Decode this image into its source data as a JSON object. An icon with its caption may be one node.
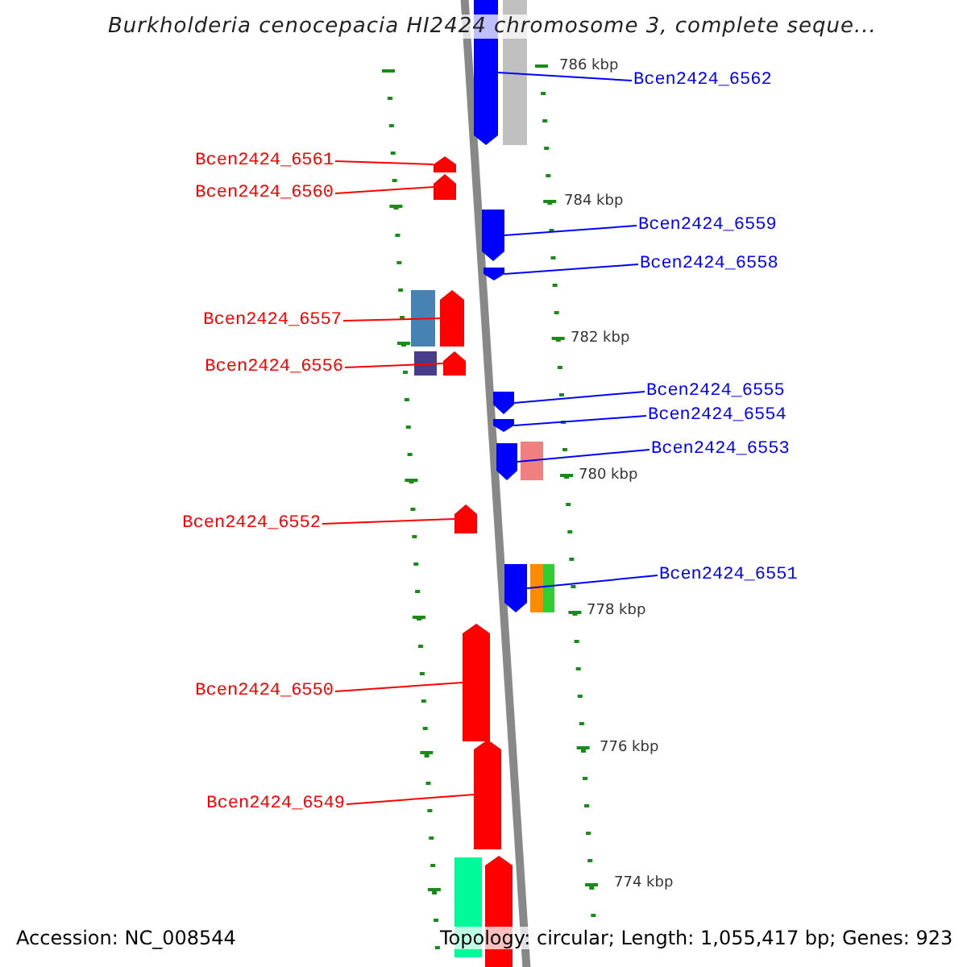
{
  "diagram": {
    "title": "Burkholderia cenocepacia HI2424 chromosome 3, complete seque...",
    "nodes": [
      {
        "text": [
          "Bcen2424_6562"
        ]
      },
      {
        "text": [],
        "shape": "pentagon"
      },
      {
        "text": [],
        "shape": "box"
      },
      {
        "text": [
          "Bcen2424_6561"
        ]
      },
      {
        "text": [],
        "shape": "pentagon"
      },
      {
        "text": [
          "Bcen2424_6560"
        ]
      },
      {
        "text": [],
        "shape": "pentagon"
      },
      {
        "text": [
          "Bcen2424_6559"
        ]
      },
      {
        "text": [],
        "shape": "pentagon"
      },
      {
        "text": [
          "Bcen2424_6558"
        ]
      },
      {
        "text": [],
        "shape": "pentagon"
      },
      {
        "text": [
          "Bcen2424_6557"
        ]
      },
      {
        "text": [],
        "shape": "box"
      },
      {
        "text": [],
        "shape": "pentagon"
      },
      {
        "text": [
          "Bcen2424_6556"
        ]
      },
      {
        "text": [],
        "shape": "box"
      },
      {
        "text": [],
        "shape": "pentagon"
      },
      {
        "text": [
          "Bcen2424_6555"
        ]
      },
      {
        "text": [],
        "shape": "pentagon"
      },
      {
        "text": [
          "Bcen2424_6554"
        ]
      },
      {
        "text": [],
        "shape": "pentagon"
      },
      {
        "text": [
          "Bcen2424_6553"
        ]
      },
      {
        "text": [],
        "shape": "pentagon"
      },
      {
        "text": [],
        "shape": "box"
      },
      {
        "text": [
          "Bcen2424_6552"
        ]
      },
      {
        "text": [],
        "shape": "pentagon"
      },
      {
        "text": [
          "Bcen2424_6551"
        ]
      },
      {
        "text": [],
        "shape": "pentagon"
      },
      {
        "text": [],
        "shape": "box"
      },
      {
        "text": [],
        "shape": "box"
      },
      {
        "text": [
          "Bcen2424_6550"
        ]
      },
      {
        "text": [],
        "shape": "pentagon"
      },
      {
        "text": [
          "Bcen2424_6549"
        ]
      },
      {
        "text": [],
        "shape": "pentagon"
      },
      {
        "text": [],
        "shape": "box"
      },
      {
        "text": [],
        "shape": "pentagon"
      }
    ],
    "edges": [
      {
        "from": 0,
        "to": 1,
        "arrow": "none"
      },
      {
        "from": 3,
        "to": 4,
        "arrow": "none",
        "color": "#ff0000"
      },
      {
        "from": 5,
        "to": 6,
        "arrow": "none",
        "color": "#ff0000"
      },
      {
        "from": 7,
        "to": 8,
        "arrow": "none"
      },
      {
        "from": 9,
        "to": 10,
        "arrow": "none"
      },
      {
        "from": 11,
        "to": 13,
        "arrow": "none",
        "color": "#ff0000"
      },
      {
        "from": 14,
        "to": 16,
        "arrow": "none",
        "color": "#ff0000"
      },
      {
        "from": 17,
        "to": 18,
        "arrow": "none"
      },
      {
        "from": 19,
        "to": 20,
        "arrow": "none"
      },
      {
        "from": 21,
        "to": 22,
        "arrow": "none"
      },
      {
        "from": 24,
        "to": 25,
        "arrow": "none",
        "color": "#ff0000"
      },
      {
        "from": 26,
        "to": 27,
        "arrow": "none"
      },
      {
        "from": 30,
        "to": 31,
        "arrow": "none",
        "color": "#ff0000"
      },
      {
        "from": 32,
        "to": 33,
        "arrow": "none",
        "color": "#ff0000"
      }
    ],
    "labels": [
      "786 kbp",
      "784 kbp",
      "782 kbp",
      "780 kbp",
      "778 kbp",
      "776 kbp",
      "774 kbp",
      "Accession: NC_008544",
      "Topology: circular; Length: 1,055,417 bp; Genes: 923"
    ]
  }
}
